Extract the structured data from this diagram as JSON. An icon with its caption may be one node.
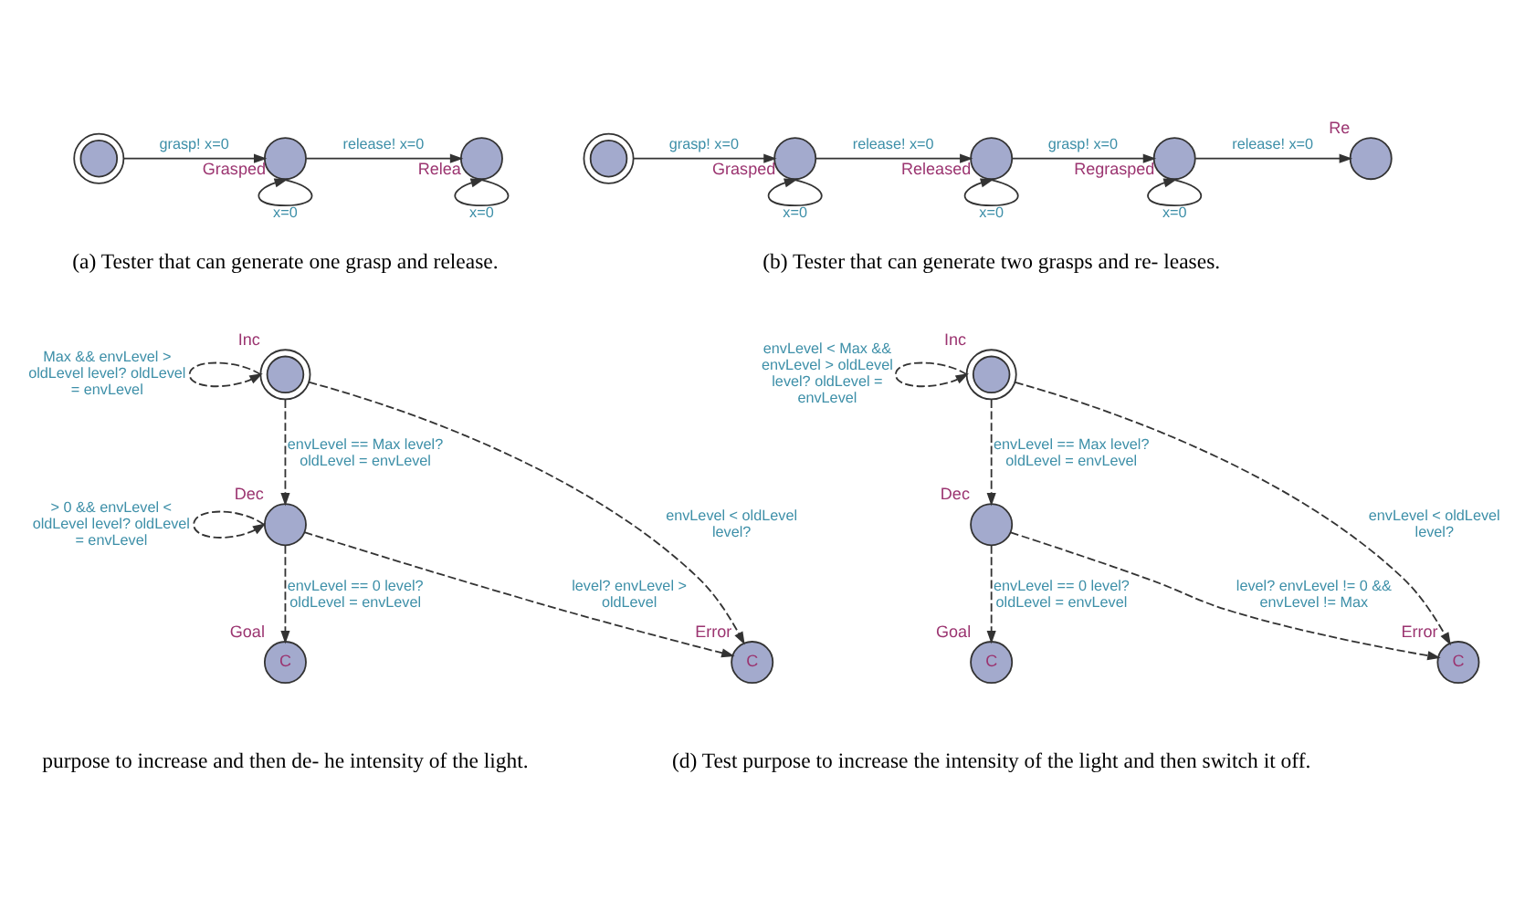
{
  "diagram": {
    "nodes": [
      {
        "text": [],
        "shape": "doublecircle"
      },
      {
        "text": [],
        "shape": "circle",
        "beside": [
          "Grasped"
        ]
      },
      {
        "text": [],
        "shape": "circle",
        "beside": [
          "Relea"
        ]
      },
      {
        "text": [],
        "shape": "doublecircle"
      },
      {
        "text": [],
        "shape": "circle",
        "beside": [
          "Grasped"
        ]
      },
      {
        "text": [],
        "shape": "circle",
        "beside": [
          "Released"
        ]
      },
      {
        "text": [],
        "shape": "circle",
        "beside": [
          "Regrasped"
        ]
      },
      {
        "text": [],
        "shape": "circle",
        "beside": [
          "Re"
        ]
      },
      {
        "text": [],
        "shape": "doublecircle",
        "beside": [
          "Inc"
        ]
      },
      {
        "text": [
          "C"
        ],
        "beside": [
          "Error"
        ]
      },
      {
        "text": [],
        "shape": "circle",
        "beside": [
          "Dec"
        ]
      },
      {
        "text": [
          "C"
        ],
        "beside": [
          "Goal"
        ]
      },
      {
        "text": [],
        "shape": "doublecircle",
        "beside": [
          "Inc"
        ]
      },
      {
        "text": [
          "C"
        ],
        "beside": [
          "Error"
        ]
      },
      {
        "text": [],
        "shape": "circle",
        "beside": [
          "Dec"
        ]
      },
      {
        "text": [
          "C"
        ],
        "beside": [
          "Goal"
        ]
      }
    ],
    "edges": [
      {
        "from": 0,
        "to": 1,
        "arrow": "to",
        "label": "grasp! x=0"
      },
      {
        "from": 1,
        "to": 1,
        "arrow": "to",
        "label": "x=0"
      },
      {
        "from": 1,
        "to": 2,
        "arrow": "to",
        "label": "release! x=0"
      },
      {
        "from": 2,
        "to": 2,
        "arrow": "to",
        "label": "x=0"
      },
      {
        "from": 3,
        "to": 4,
        "arrow": "to",
        "label": "grasp! x=0"
      },
      {
        "from": 4,
        "to": 4,
        "arrow": "to",
        "label": "x=0"
      },
      {
        "from": 4,
        "to": 5,
        "arrow": "to",
        "label": "release! x=0"
      },
      {
        "from": 5,
        "to": 5,
        "arrow": "to",
        "label": "x=0"
      },
      {
        "from": 5,
        "to": 6,
        "arrow": "to",
        "label": "grasp! x=0"
      },
      {
        "from": 6,
        "to": 6,
        "arrow": "to",
        "label": "x=0"
      },
      {
        "from": 6,
        "to": 7,
        "arrow": "to",
        "label": "release! x=0"
      },
      {
        "from": 8,
        "to": 8,
        "arrow": "to",
        "style": "dashed",
        "label": "Max && envLevel > oldLevel level? oldLevel = envLevel"
      },
      {
        "from": 8,
        "to": 9,
        "arrow": "to",
        "style": "dashed",
        "label": "envLevel < oldLevel level?"
      },
      {
        "from": 8,
        "to": 10,
        "arrow": "to",
        "style": "dashed",
        "label": "envLevel == Max level? oldLevel = envLevel"
      },
      {
        "from": 10,
        "to": 10,
        "arrow": "to",
        "style": "dashed",
        "label": "> 0 && envLevel < oldLevel level? oldLevel = envLevel"
      },
      {
        "from": 10,
        "to": 9,
        "arrow": "to",
        "style": "dashed",
        "label": "level? envLevel > oldLevel"
      },
      {
        "from": 10,
        "to": 11,
        "arrow": "to",
        "style": "dashed",
        "label": "envLevel == 0 level? oldLevel = envLevel"
      },
      {
        "from": 12,
        "to": 12,
        "arrow": "to",
        "style": "dashed",
        "label": "envLevel < Max && envLevel > oldLevel level? oldLevel = envLevel"
      },
      {
        "from": 12,
        "to": 13,
        "arrow": "to",
        "style": "dashed",
        "label": "envLevel < oldLevel level?"
      },
      {
        "from": 12,
        "to": 14,
        "arrow": "to",
        "style": "dashed",
        "label": "envLevel == Max level? oldLevel = envLevel"
      },
      {
        "from": 14,
        "to": 13,
        "arrow": "to",
        "style": "dashed",
        "label": "level? envLevel != 0 && envLevel != Max"
      },
      {
        "from": 14,
        "to": 15,
        "arrow": "to",
        "style": "dashed",
        "label": "envLevel == 0 level? oldLevel = envLevel"
      }
    ],
    "labels": [
      "(a) Tester that can generate one grasp and release.",
      "(b) Tester that can generate two grasps and re- leases.",
      "purpose to increase and then de- he intensity of the light.",
      "(d) Test purpose to increase the intensity of the light and then switch it off."
    ]
  }
}
